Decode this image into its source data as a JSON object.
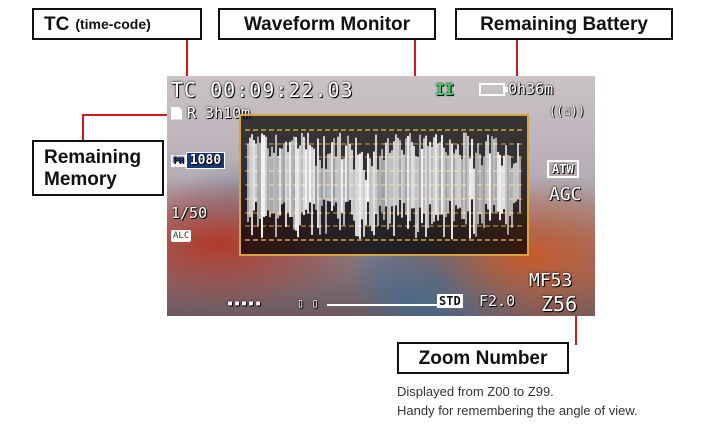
{
  "callouts": {
    "tc_main": "TC",
    "tc_small": "(time-code)",
    "waveform": "Waveform Monitor",
    "battery": "Remaining Battery",
    "memory_line1": "Remaining",
    "memory_line2": "Memory",
    "zoom": "Zoom Number"
  },
  "captions": {
    "line1": "Displayed from Z00 to Z99.",
    "line2": "Handy for remembering the angle of view."
  },
  "osd": {
    "timecode": "TC 00:09:22.03",
    "memory": "R 3h10m",
    "record_state": "II",
    "battery": "0h36m",
    "stabilizer": "((☝))",
    "ph_badge": "PH",
    "resolution_badge": "1080",
    "shutter": "1/50",
    "alc_badge": "ALC",
    "atw_badge": "ATW",
    "agc": "AGC",
    "focus": "MF53",
    "zoom": "Z56",
    "std_badge": "STD",
    "iris": "F2.0",
    "meter": "▪▪▪▪▪",
    "grid": "▯ ▯"
  },
  "colors": {
    "callout_line": "#d31a1a",
    "waveform_border": "#d9a440",
    "record_green": "#3ad36b"
  }
}
